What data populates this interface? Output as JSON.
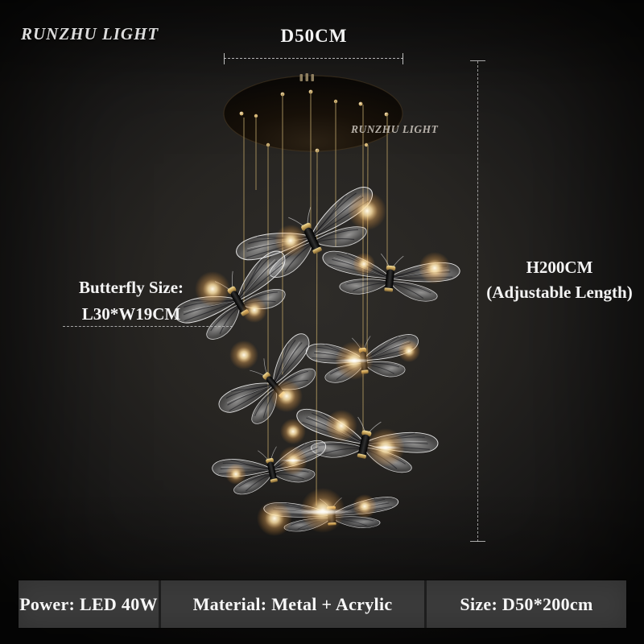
{
  "brand": {
    "name": "RUNZHU LIGHT",
    "watermark": "RUNZHU LIGHT"
  },
  "annotations": {
    "diameter_label": "D50CM",
    "butterfly_size_line1": "Butterfly Size:",
    "butterfly_size_line2": "L30*W19CM",
    "height_line1": "H200CM",
    "height_line2": "(Adjustable Length)"
  },
  "spec_bar": {
    "power": "Power: LED 40W",
    "material": "Material: Metal + Acrylic",
    "size": "Size: D50*200cm"
  },
  "scene": {
    "subject": "butterfly pendant chandelier",
    "butterfly_count": 8,
    "colors": {
      "gold_accent": "#c9a45a",
      "glow": "#ffd27a",
      "wing": "#e9ecf2",
      "canopy": "#171007",
      "background_center": "#2e2c29",
      "spec_bar_bg": "#3b3b3b",
      "text": "#f4f4f4"
    }
  }
}
